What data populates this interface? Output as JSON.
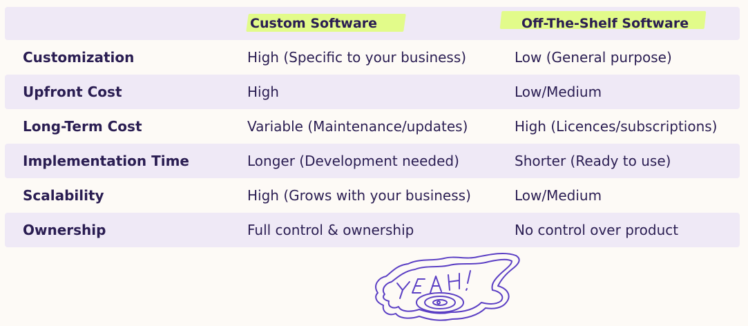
{
  "table": {
    "headers": {
      "custom": "Custom Software",
      "offshelf": "Off-The-Shelf Software"
    },
    "rows": [
      {
        "label": "Customization",
        "custom": "High (Specific to your business)",
        "offshelf": "Low (General purpose)"
      },
      {
        "label": "Upfront Cost",
        "custom": "High",
        "offshelf": "Low/Medium"
      },
      {
        "label": "Long-Term Cost",
        "custom": "Variable (Maintenance/updates)",
        "offshelf": "High (Licences/subscriptions)"
      },
      {
        "label": "Implementation Time",
        "custom": "Longer (Development needed)",
        "offshelf": "Shorter (Ready to use)"
      },
      {
        "label": "Scalability",
        "custom": "High (Grows with your business)",
        "offshelf": "Low/Medium"
      },
      {
        "label": "Ownership",
        "custom": "Full control & ownership",
        "offshelf": "No control over product"
      }
    ]
  },
  "doodle": {
    "text": "YEAH!"
  },
  "colors": {
    "text": "#2a1d52",
    "row_shade": "#efe9f6",
    "highlight": "#e2fb8a",
    "doodle_stroke": "#5b3fc4",
    "background": "#fdfaf6"
  }
}
